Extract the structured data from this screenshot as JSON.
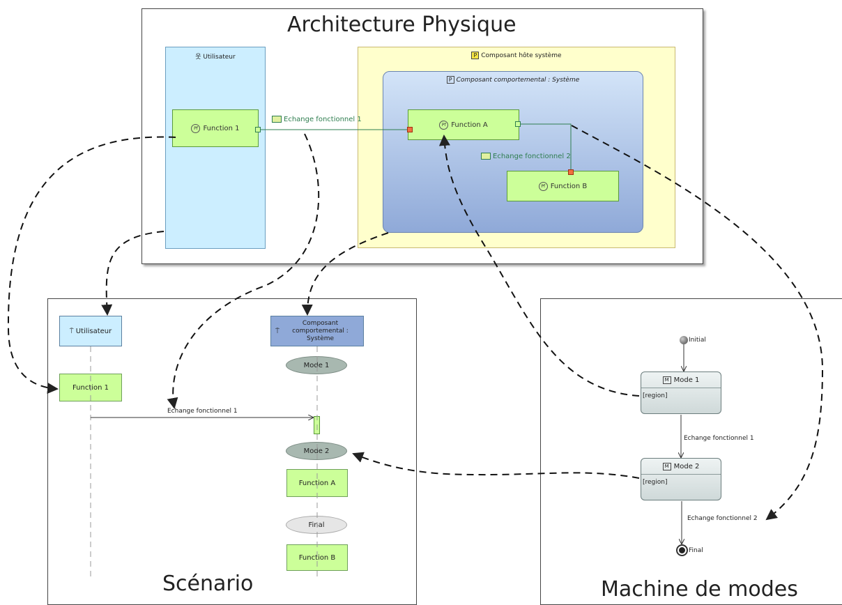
{
  "architecture": {
    "title": "Architecture Physique",
    "utilisateur": {
      "label": "Utilisateur",
      "function_label": "Function 1"
    },
    "host_component": {
      "label": "Composant hôte système"
    },
    "behavior_component": {
      "label": "Composant comportemental : Système"
    },
    "function_a": "Function A",
    "function_b": "Function B",
    "exchange_1": "Echange fonctionnel 1",
    "exchange_2": "Echange fonctionnel 2",
    "pf_badge": "Pf",
    "p_badge": "P"
  },
  "scenario": {
    "title": "Scénario",
    "lifeline_user": "Utilisateur",
    "lifeline_system": "Composant comportemental : Système",
    "function_1": "Function 1",
    "mode_1": "Mode 1",
    "message": "Echange fonctionnel 1",
    "mode_2": "Mode 2",
    "function_a": "Function A",
    "final": "Final",
    "function_b": "Function B"
  },
  "mode_machine": {
    "title": "Machine de modes",
    "initial": "Initial",
    "mode_1": "Mode 1",
    "mode_2": "Mode 2",
    "region_1": "[region]",
    "region_2": "[region]",
    "transition_1": "Echange fonctionnel 1",
    "transition_2": "Echange fonctionnel 2",
    "final": "Final",
    "m_badge": "M"
  },
  "colors": {
    "function_fill": "#ccff99",
    "actor_fill": "#cceeff",
    "host_fill": "#ffffcc",
    "component_fill": "#a9c4ea",
    "mode_fill": "#a8b8b0",
    "exchange_line": "#2e7d4f"
  }
}
